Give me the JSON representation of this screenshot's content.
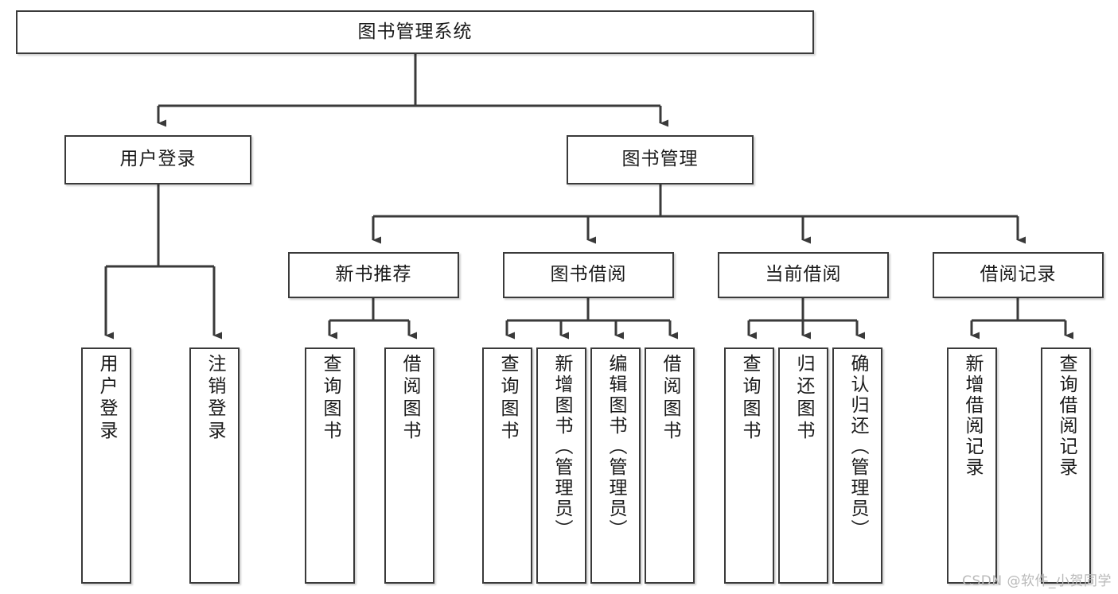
{
  "diagram": {
    "type": "tree-hierarchy",
    "orientation": "top-down",
    "background_color": "#ffffff",
    "line_color": "#3a3a3a",
    "text_color": "#1a1a1a",
    "root": {
      "label": "图书管理系统"
    },
    "level2": [
      {
        "label": "用户登录"
      },
      {
        "label": "图书管理"
      }
    ],
    "level3": [
      {
        "label": "新书推荐"
      },
      {
        "label": "图书借阅"
      },
      {
        "label": "当前借阅"
      },
      {
        "label": "借阅记录"
      }
    ],
    "leaves": {
      "user_login": [
        {
          "label": "用户登录"
        },
        {
          "label": "注销登录"
        }
      ],
      "new_book_recommend": [
        {
          "label": "查询图书"
        },
        {
          "label": "借阅图书"
        }
      ],
      "book_borrow": [
        {
          "label": "查询图书"
        },
        {
          "label": "新增图书（管理员）"
        },
        {
          "label": "编辑图书（管理员）"
        },
        {
          "label": "借阅图书"
        }
      ],
      "current_borrow": [
        {
          "label": "查询图书"
        },
        {
          "label": "归还图书"
        },
        {
          "label": "确认归还（管理员）"
        }
      ],
      "borrow_record": [
        {
          "label": "新增借阅记录"
        },
        {
          "label": "查询借阅记录"
        }
      ]
    }
  },
  "watermark": {
    "text": "CSDN @软件_小贺同学"
  }
}
